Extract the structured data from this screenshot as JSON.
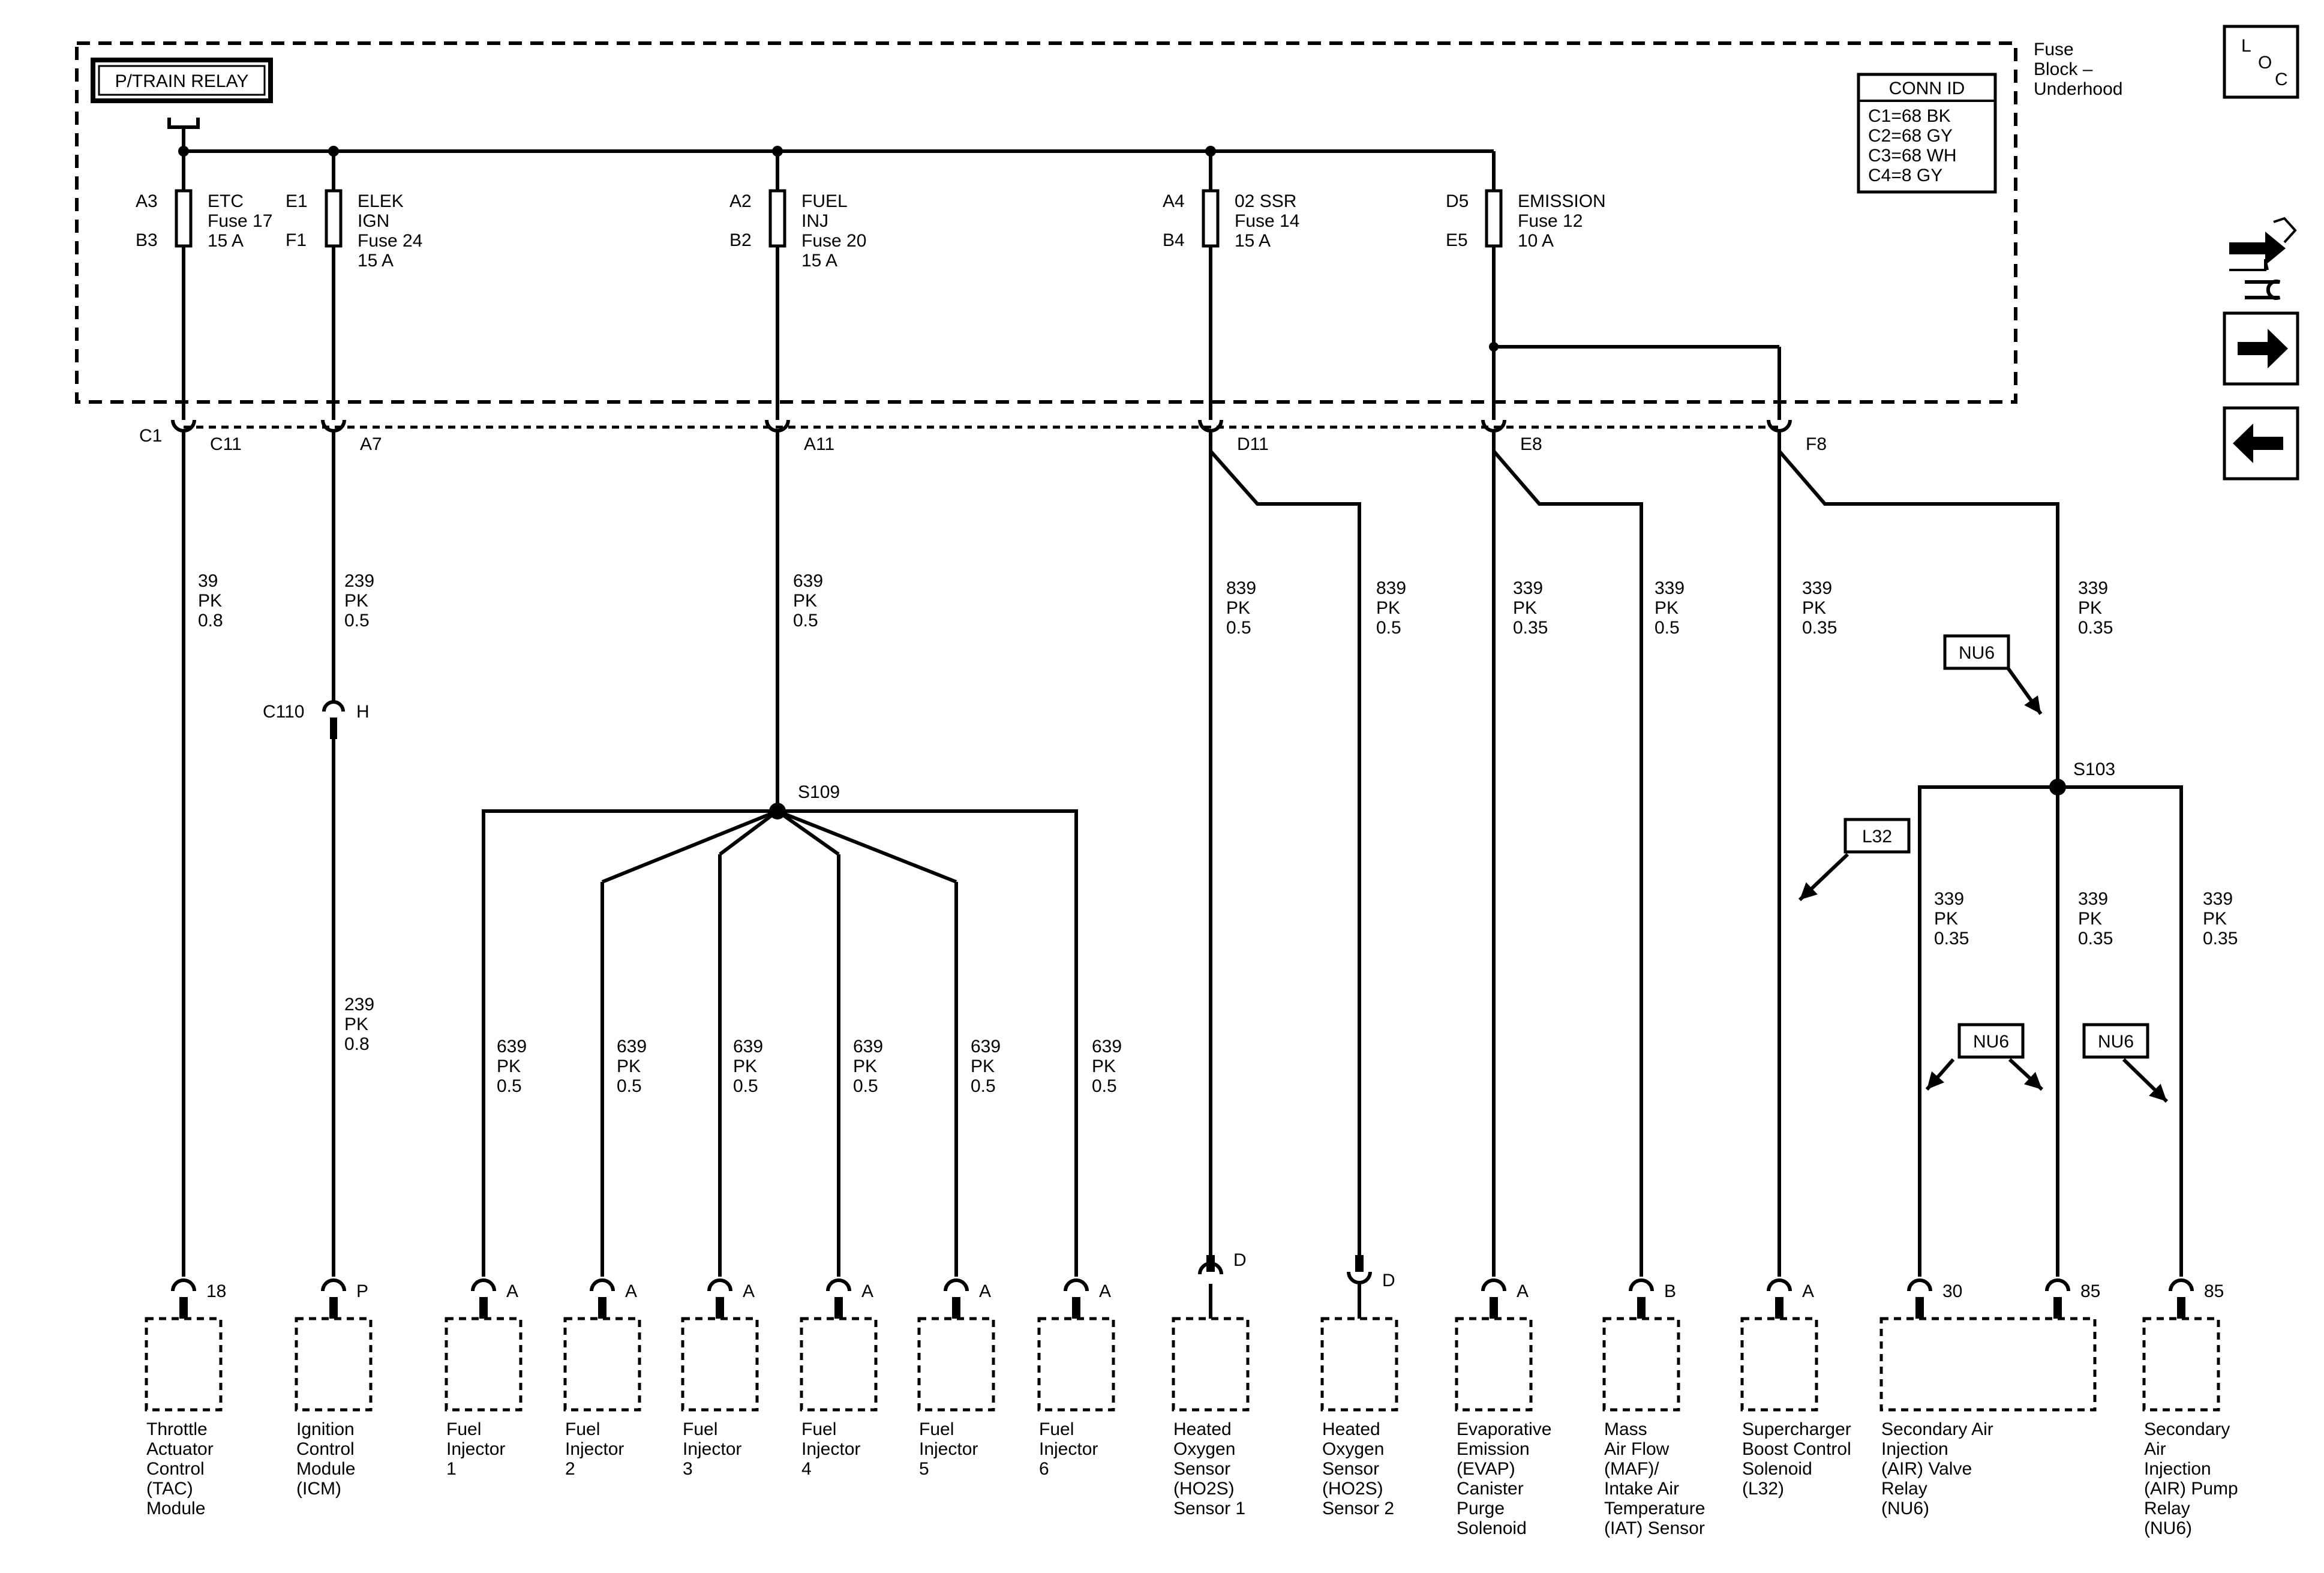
{
  "relay": {
    "label": "P/TRAIN RELAY"
  },
  "fuse_block": {
    "label": "Fuse Block – Underhood"
  },
  "conn_id": {
    "title": "CONN ID",
    "rows": [
      "C1=68 BK",
      "C2=68 GY",
      "C3=68 WH",
      "C4=8 GY"
    ]
  },
  "fuses": [
    {
      "in_pin": "A3",
      "out_pin": "B3",
      "name": [
        "ETC",
        "Fuse 17",
        "15 A"
      ]
    },
    {
      "in_pin": "E1",
      "out_pin": "F1",
      "name": [
        "ELEK",
        "IGN",
        "Fuse 24",
        "15 A"
      ]
    },
    {
      "in_pin": "A2",
      "out_pin": "B2",
      "name": [
        "FUEL",
        "INJ",
        "Fuse 20",
        "15 A"
      ]
    },
    {
      "in_pin": "A4",
      "out_pin": "B4",
      "name": [
        "02 SSR",
        "Fuse 14",
        "15 A"
      ]
    },
    {
      "in_pin": "D5",
      "out_pin": "E5",
      "name": [
        "EMISSION",
        "Fuse 12",
        "10 A"
      ]
    }
  ],
  "block_connectors": {
    "connector": "C1",
    "pins": [
      "C11",
      "A7",
      "A11",
      "D11",
      "E8",
      "F8"
    ]
  },
  "inline_connector": {
    "name": "C110",
    "pin": "H"
  },
  "splices": [
    "S109",
    "S103"
  ],
  "option_tags": [
    "NU6",
    "L32",
    "NU6",
    "NU6"
  ],
  "wire_labels": [
    [
      "39",
      "PK",
      "0.8"
    ],
    [
      "239",
      "PK",
      "0.5"
    ],
    [
      "639",
      "PK",
      "0.5"
    ],
    [
      "839",
      "PK",
      "0.5"
    ],
    [
      "839",
      "PK",
      "0.5"
    ],
    [
      "339",
      "PK",
      "0.35"
    ],
    [
      "339",
      "PK",
      "0.5"
    ],
    [
      "339",
      "PK",
      "0.35"
    ],
    [
      "339",
      "PK",
      "0.35"
    ],
    [
      "239",
      "PK",
      "0.8"
    ],
    [
      "639",
      "PK",
      "0.5"
    ],
    [
      "639",
      "PK",
      "0.5"
    ],
    [
      "639",
      "PK",
      "0.5"
    ],
    [
      "639",
      "PK",
      "0.5"
    ],
    [
      "639",
      "PK",
      "0.5"
    ],
    [
      "639",
      "PK",
      "0.5"
    ],
    [
      "339",
      "PK",
      "0.35"
    ],
    [
      "339",
      "PK",
      "0.35"
    ],
    [
      "339",
      "PK",
      "0.35"
    ]
  ],
  "components": [
    {
      "pin": "18",
      "name": [
        "Throttle",
        "Actuator",
        "Control",
        "(TAC)",
        "Module"
      ]
    },
    {
      "pin": "P",
      "name": [
        "Ignition",
        "Control",
        "Module",
        "(ICM)"
      ]
    },
    {
      "pin": "A",
      "name": [
        "Fuel",
        "Injector",
        "1"
      ]
    },
    {
      "pin": "A",
      "name": [
        "Fuel",
        "Injector",
        "2"
      ]
    },
    {
      "pin": "A",
      "name": [
        "Fuel",
        "Injector",
        "3"
      ]
    },
    {
      "pin": "A",
      "name": [
        "Fuel",
        "Injector",
        "4"
      ]
    },
    {
      "pin": "A",
      "name": [
        "Fuel",
        "Injector",
        "5"
      ]
    },
    {
      "pin": "A",
      "name": [
        "Fuel",
        "Injector",
        "6"
      ]
    },
    {
      "pin": "D",
      "name": [
        "Heated",
        "Oxygen",
        "Sensor",
        "(HO2S)",
        "Sensor 1"
      ]
    },
    {
      "pin": "D",
      "name": [
        "Heated",
        "Oxygen",
        "Sensor",
        "(HO2S)",
        "Sensor 2"
      ]
    },
    {
      "pin": "A",
      "name": [
        "Evaporative",
        "Emission",
        "(EVAP)",
        "Canister",
        "Purge",
        "Solenoid"
      ]
    },
    {
      "pin": "B",
      "name": [
        "Mass",
        "Air Flow",
        "(MAF)/",
        "Intake Air",
        "Temperature",
        "(IAT) Sensor"
      ]
    },
    {
      "pin": "A",
      "name": [
        "Supercharger",
        "Boost Control",
        "Solenoid",
        "(L32)"
      ]
    },
    {
      "pins": [
        "30",
        "85"
      ],
      "name": [
        "Secondary Air",
        "Injection",
        "(AIR) Valve",
        "Relay",
        "(NU6)"
      ]
    },
    {
      "pin": "85",
      "name": [
        "Secondary",
        "Air",
        "Injection",
        "(AIR) Pump",
        "Relay",
        "(NU6)"
      ]
    }
  ],
  "nav": {
    "loc_letters": [
      "L",
      "O",
      "C"
    ],
    "icons": [
      "connector-view-icon",
      "next-page-icon",
      "previous-page-icon"
    ]
  }
}
